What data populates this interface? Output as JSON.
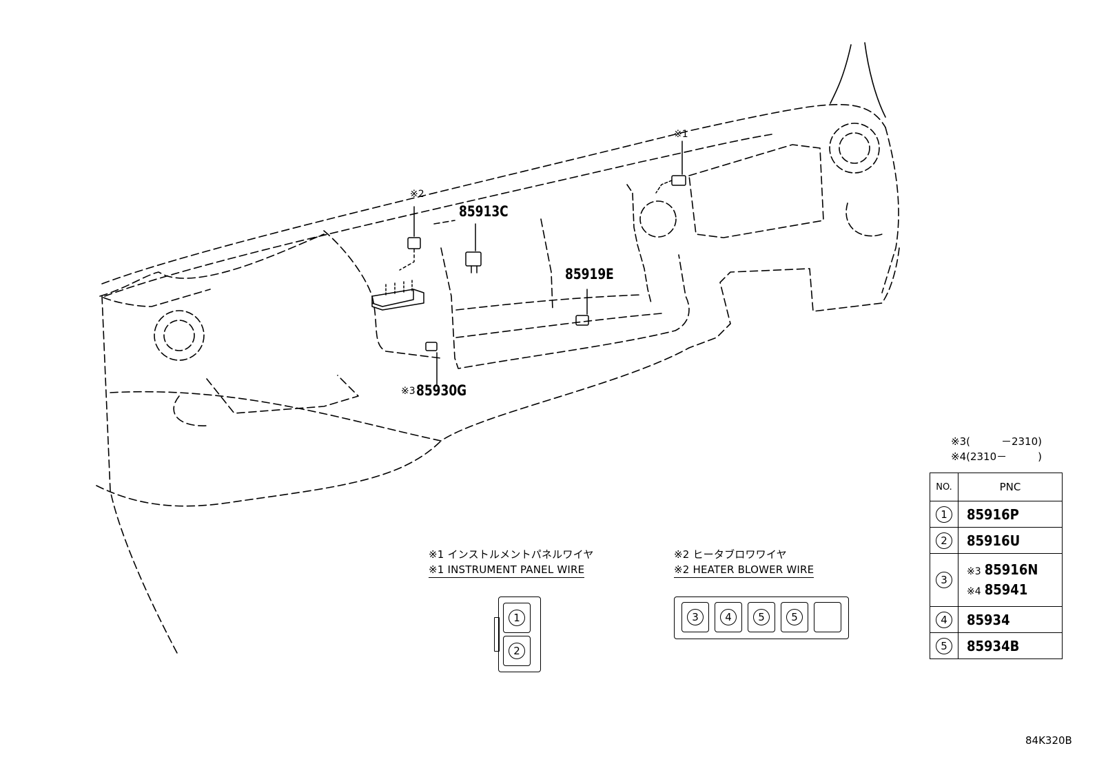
{
  "diagram": {
    "part_labels": {
      "p85913C": "85913C",
      "p85919E": "85919E",
      "p85930G": "85930G"
    },
    "marks": {
      "m1": "※1",
      "m2": "※2",
      "m3": "※3"
    },
    "notes": {
      "n1_jp": "※1 インストルメントパネルワイヤ",
      "n1_en": "※1 INSTRUMENT PANEL WIRE",
      "n2_jp": "※2 ヒータブロワワイヤ",
      "n2_en": "※2 HEATER BLOWER WIRE"
    },
    "relay_box_1": {
      "slots": [
        "1",
        "2"
      ]
    },
    "relay_box_2": {
      "slots": [
        "3",
        "4",
        "5",
        "5",
        ""
      ]
    },
    "footnotes": {
      "f3": "※3(　　　－2310)",
      "f4": "※4(2310－　　　)"
    },
    "pnc_table": {
      "header_no": "NO.",
      "header_pnc": "PNC",
      "rows": [
        {
          "no": "1",
          "pnc": "85916P"
        },
        {
          "no": "2",
          "pnc": "85916U"
        },
        {
          "no": "3",
          "pnc_a_mark": "※3",
          "pnc_a": "85916N",
          "pnc_b_mark": "※4",
          "pnc_b": "85941"
        },
        {
          "no": "4",
          "pnc": "85934"
        },
        {
          "no": "5",
          "pnc": "85934B"
        }
      ]
    },
    "illustration_code": "84K320B"
  }
}
